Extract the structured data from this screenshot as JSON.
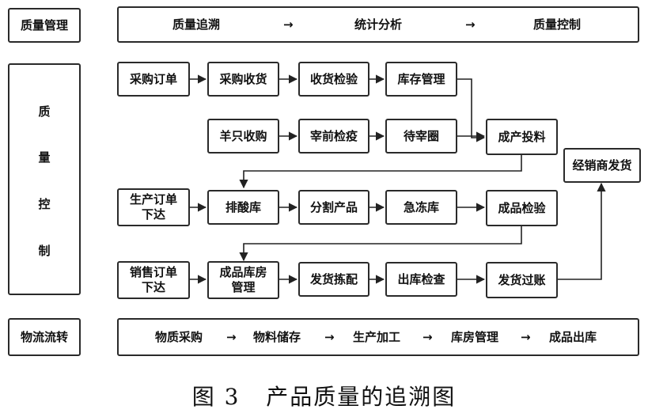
{
  "left_labels": {
    "quality_management": "质量管理",
    "quality_control": [
      "质",
      "量",
      "控",
      "制"
    ],
    "logistics": "物流流转"
  },
  "top_flow": [
    "质量追溯",
    "→",
    "统计分析",
    "→",
    "质量控制"
  ],
  "bottom_flow": [
    "物质采购",
    "→",
    "物料储存",
    "→",
    "生产加工",
    "→",
    "库房管理",
    "→",
    "成品出库"
  ],
  "nodes": {
    "purchase_order": "采购订单",
    "purchase_receipt": "采购收货",
    "receipt_inspection": "收货检验",
    "inventory_management": "库存管理",
    "sheep_purchase": "羊只收购",
    "pre_slaughter_quarantine": "宰前检疫",
    "holding_pen": "待宰圈",
    "production_input": "成产投料",
    "production_order": "生产订单\n下达",
    "acid_discharge": "排酸库",
    "cutting_products": "分割产品",
    "quick_freeze": "急冻库",
    "finished_inspection": "成品检验",
    "sales_order": "销售订单\n下达",
    "finished_warehouse": "成品库房\n管理",
    "shipment_picking": "发货拣配",
    "outbound_check": "出库检查",
    "shipment_posting": "发货过账",
    "dealer_shipment": "经销商发货"
  },
  "caption": "图 3   产品质量的追溯图"
}
